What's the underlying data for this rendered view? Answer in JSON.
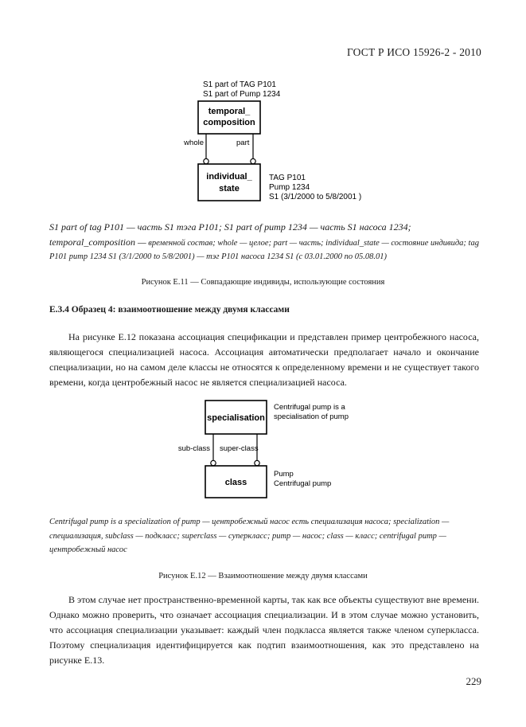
{
  "header": {
    "standard": "ГОСТ Р ИСО 15926-2 - 2010"
  },
  "figure11": {
    "top_note_line1": "S1 part of TAG P101",
    "top_note_line2": "S1 part of Pump 1234",
    "box1_line1": "temporal_",
    "box1_line2": "composition",
    "role_left": "whole",
    "role_right": "part",
    "box2_line1": "individual_",
    "box2_line2": "state",
    "side_note_line1": "TAG P101",
    "side_note_line2": "Pump 1234",
    "side_note_line3": "S1 (3/1/2000 to 5/8/2001 )"
  },
  "legend11": {
    "lead": "S1 part of tag P101 — часть S1 тэга P101; S1 part of pump 1234 — часть S1 насоса 1234; temporal_composition —",
    "rest": "временной состав; whole — целое; part — часть; individual_state — состояние индивида; tag P101 pump 1234 S1 (3/1/2000 to 5/8/2001) — тэг P101 насоса 1234 S1 (с 03.01.2000 по 05.08.01)"
  },
  "caption11": "Рисунок Е.11 — Совпадающие индивиды, использующие состояния",
  "section_title": "Е.3.4 Образец 4: взаимоотношение между двумя классами",
  "paragraph1": "На рисунке Е.12 показана ассоциация спецификации и представлен пример центробежного насоса, являющегося специализацией насоса. Ассоциация автоматически предполагает начало и окончание специализации, но на самом деле классы не относятся к определенному времени и не существует такого времени, когда центробежный насос не является специализацией насоса.",
  "figure12": {
    "box1": "specialisation",
    "note1_line1": "Centrifugal pump is a",
    "note1_line2": "specialisation of pump",
    "role_left": "sub-class",
    "role_right": "super-class",
    "box2": "class",
    "note2_line1": "Pump",
    "note2_line2": "Centrifugal pump"
  },
  "legend12": "Centrifugal pump is a specialization of pump — центробежный насос есть специализация насоса; specialization — специализация, subclass — подкласс; superclass — суперкласс; pump — насос; class — класс; centrifugal pump — центробежный насос",
  "caption12": "Рисунок Е.12 — Взаимоотношение между двумя классами",
  "paragraph2": "В этом случае нет пространственно-временной карты, так как все объекты существуют вне времени. Однако можно проверить, что означает ассоциация специализации. И в этом случае можно установить, что ассоциация специализации указывает: каждый член подкласса является также членом суперкласса. Поэтому специализация идентифицируется как подтип взаимоотношения, как это представлено на рисунке Е.13.",
  "page_number": "229"
}
